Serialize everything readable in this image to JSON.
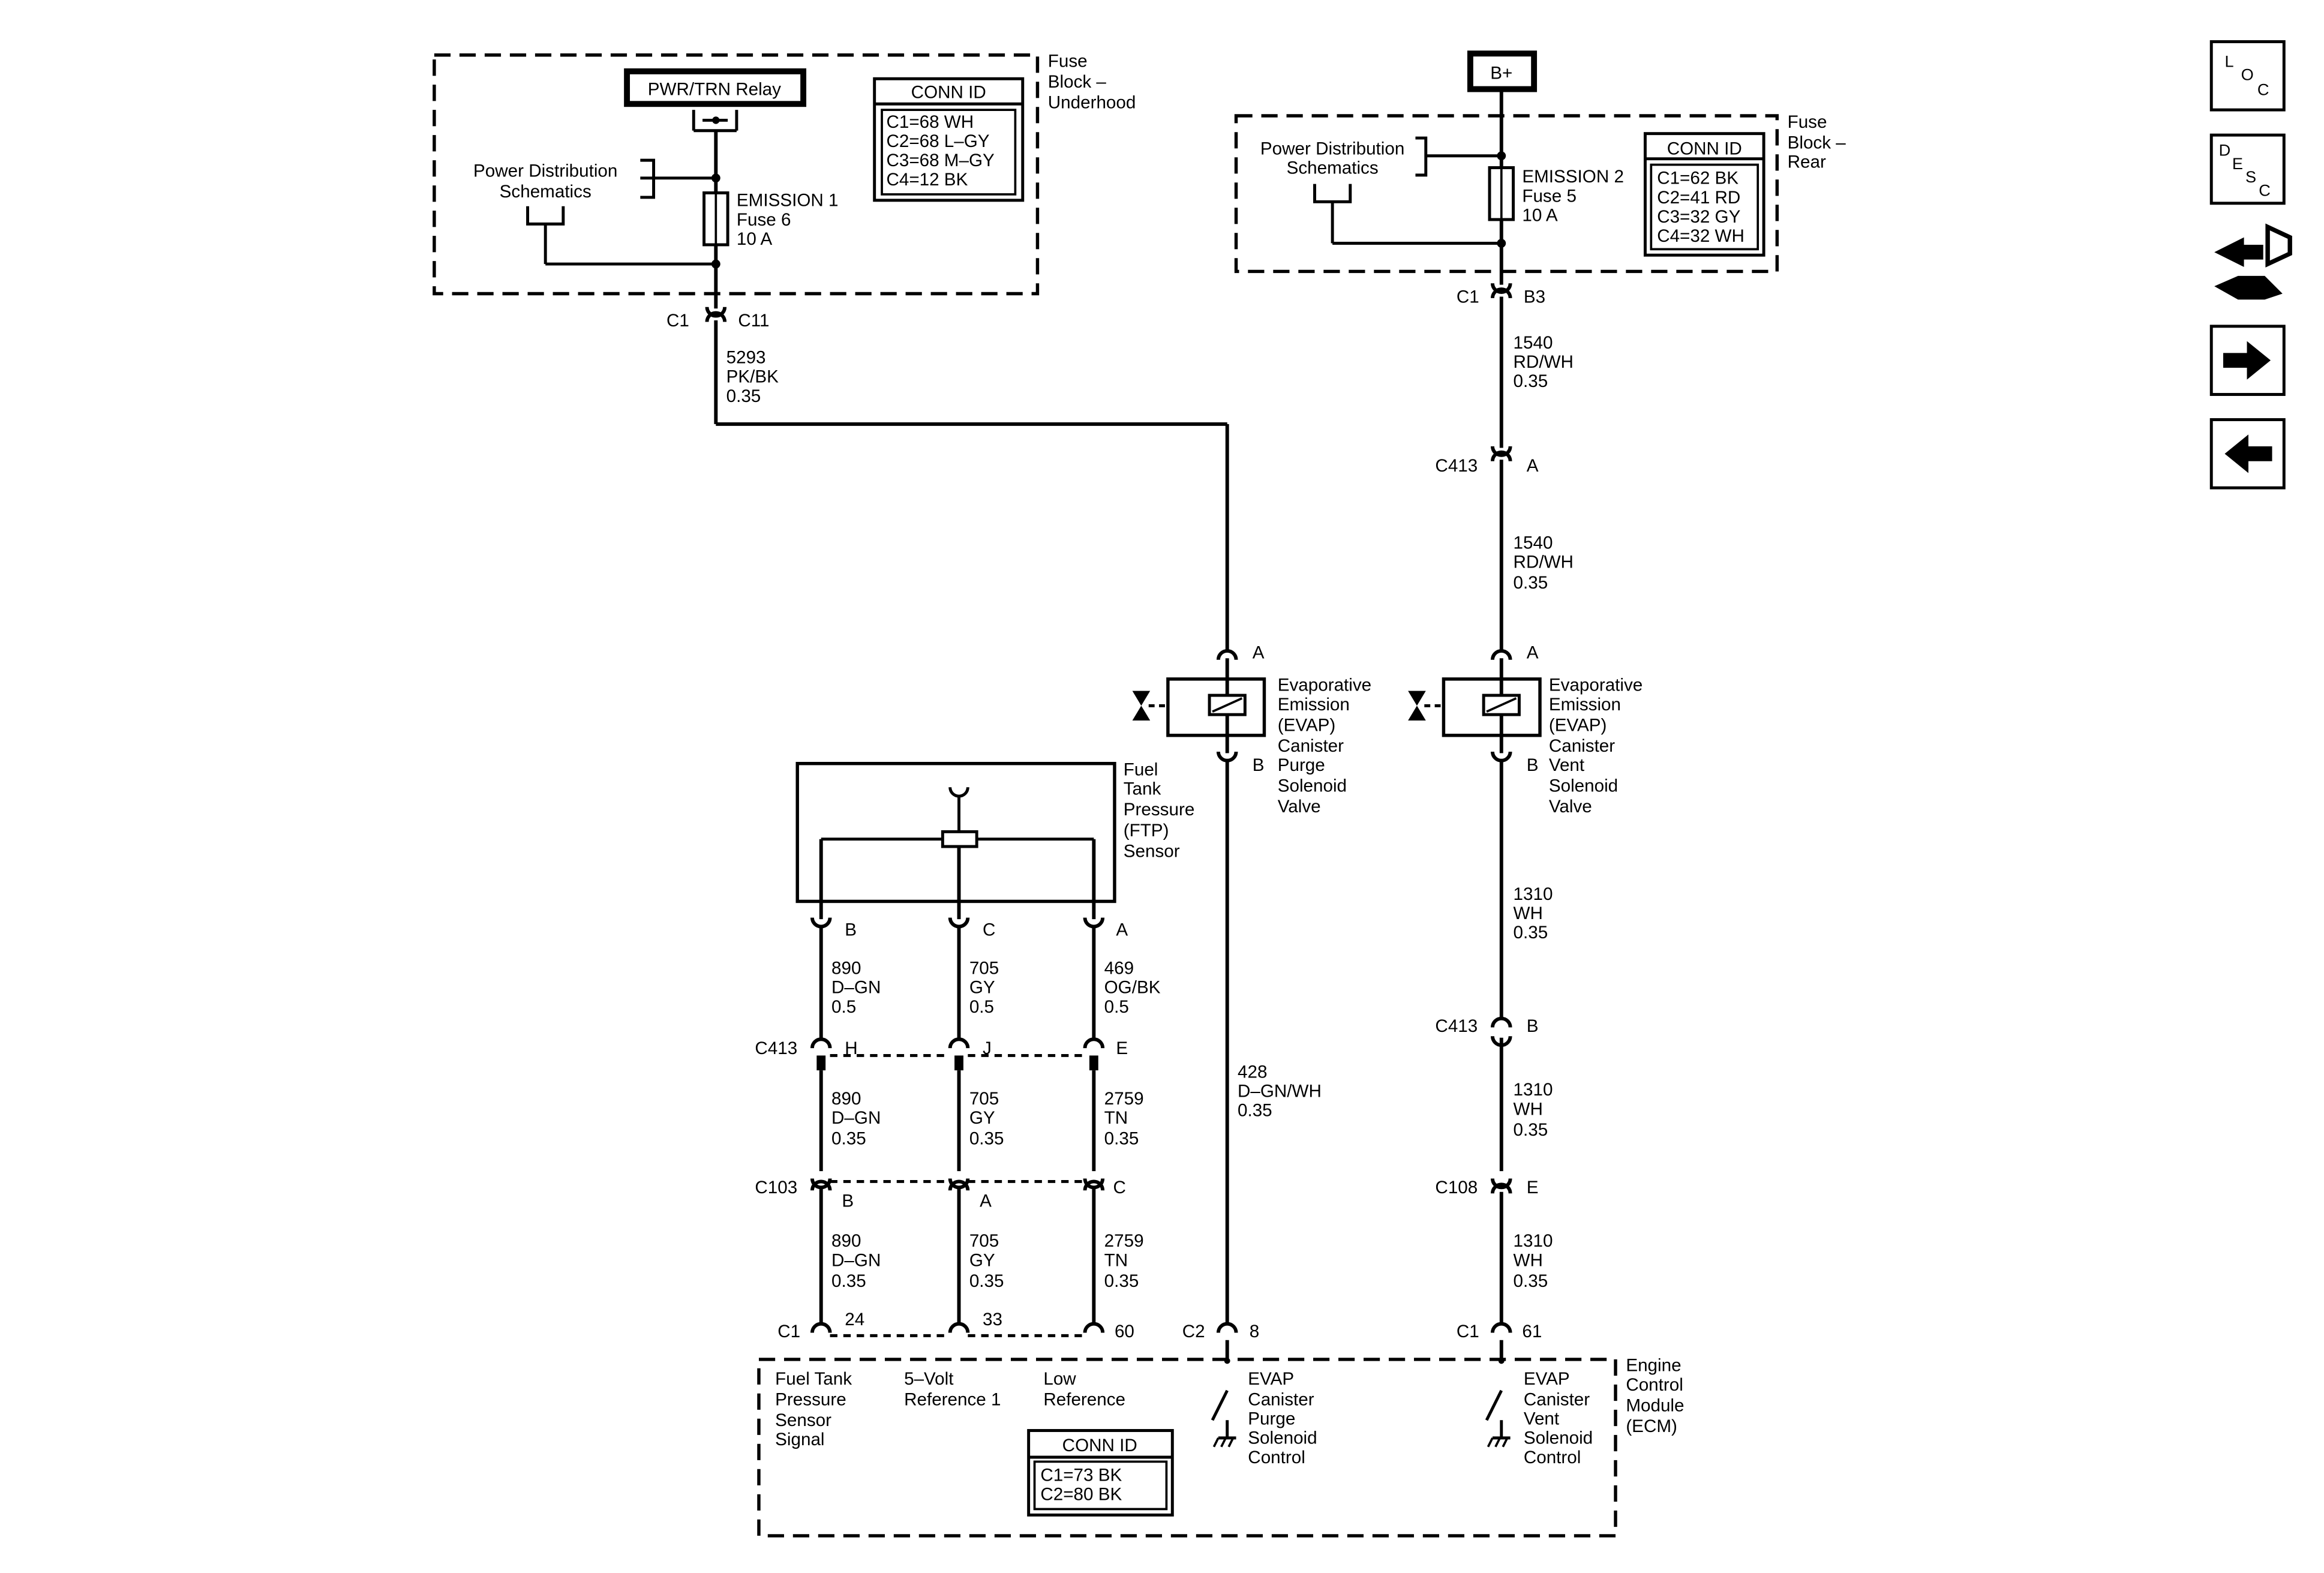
{
  "fuse_block_underhood": {
    "label": [
      "Fuse",
      "Block –",
      "Underhood"
    ],
    "relay": "PWR/TRN Relay",
    "power_dist": [
      "Power Distribution",
      "Schematics"
    ],
    "fuse": [
      "EMISSION 1",
      "Fuse 6",
      "10 A"
    ],
    "conn_title": "CONN ID",
    "conn_rows": [
      "C1=68 WH",
      "C2=68 L–GY",
      "C3=68 M–GY",
      "C4=12 BK"
    ]
  },
  "fuse_block_rear": {
    "label": [
      "Fuse",
      "Block –",
      "Rear"
    ],
    "bplus": "B+",
    "power_dist": [
      "Power Distribution",
      "Schematics"
    ],
    "fuse": [
      "EMISSION 2",
      "Fuse 5",
      "10 A"
    ],
    "conn_title": "CONN ID",
    "conn_rows": [
      "C1=62 BK",
      "C2=41 RD",
      "C3=32 GY",
      "C4=32 WH"
    ]
  },
  "purge_circuit": {
    "conn_c1": "C1",
    "pin_c11": "C11",
    "wire": [
      "5293",
      "PK/BK",
      "0.35"
    ],
    "pin_a": "A",
    "pin_b": "B",
    "component": [
      "Evaporative",
      "Emission",
      "(EVAP)",
      "Canister",
      "Purge",
      "Solenoid",
      "Valve"
    ],
    "wire2": [
      "428",
      "D–GN/WH",
      "0.35"
    ]
  },
  "vent_circuit": {
    "conn_c1": "C1",
    "pin_b3": "B3",
    "wire1": [
      "1540",
      "RD/WH",
      "0.35"
    ],
    "c413": "C413",
    "c413_pin_a": "A",
    "wire2": [
      "1540",
      "RD/WH",
      "0.35"
    ],
    "pin_a": "A",
    "pin_b": "B",
    "component": [
      "Evaporative",
      "Emission",
      "(EVAP)",
      "Canister",
      "Vent",
      "Solenoid",
      "Valve"
    ],
    "wire3": [
      "1310",
      "WH",
      "0.35"
    ],
    "c413b": "C413",
    "c413_pin_b": "B",
    "wire4": [
      "1310",
      "WH",
      "0.35"
    ],
    "c108": "C108",
    "c108_pin": "E",
    "wire5": [
      "1310",
      "WH",
      "0.35"
    ]
  },
  "ftp_sensor": {
    "label": [
      "Fuel",
      "Tank",
      "Pressure",
      "(FTP)",
      "Sensor"
    ],
    "pins": [
      "B",
      "C",
      "A"
    ],
    "wires_top": [
      [
        "890",
        "D–GN",
        "0.5"
      ],
      [
        "705",
        "GY",
        "0.5"
      ],
      [
        "469",
        "OG/BK",
        "0.5"
      ]
    ],
    "c413": "C413",
    "c413_pins": [
      "H",
      "J",
      "E"
    ],
    "wires_mid": [
      [
        "890",
        "D–GN",
        "0.35"
      ],
      [
        "705",
        "GY",
        "0.35"
      ],
      [
        "2759",
        "TN",
        "0.35"
      ]
    ],
    "c103": "C103",
    "c103_pins": [
      "B",
      "A",
      "C"
    ],
    "wires_bot": [
      [
        "890",
        "D–GN",
        "0.35"
      ],
      [
        "705",
        "GY",
        "0.35"
      ],
      [
        "2759",
        "TN",
        "0.35"
      ]
    ]
  },
  "ecm": {
    "label": [
      "Engine",
      "Control",
      "Module",
      "(ECM)"
    ],
    "c1": "C1",
    "c1_pins": [
      "24",
      "33",
      "60"
    ],
    "c2": "C2",
    "c2_pin": "8",
    "c1b": "C1",
    "c1b_pin": "61",
    "signals": [
      [
        "Fuel Tank",
        "Pressure",
        "Sensor",
        "Signal"
      ],
      [
        "5–Volt",
        "Reference 1"
      ],
      [
        "Low",
        "Reference"
      ],
      [
        "EVAP",
        "Canister",
        "Purge",
        "Solenoid",
        "Control"
      ],
      [
        "EVAP",
        "Canister",
        "Vent",
        "Solenoid",
        "Control"
      ]
    ],
    "conn_title": "CONN ID",
    "conn_rows": [
      "C1=73 BK",
      "C2=80 BK"
    ]
  },
  "nav": {
    "loc": [
      "L",
      "O",
      "C"
    ],
    "desc": [
      "D",
      "E",
      "S",
      "C"
    ]
  }
}
